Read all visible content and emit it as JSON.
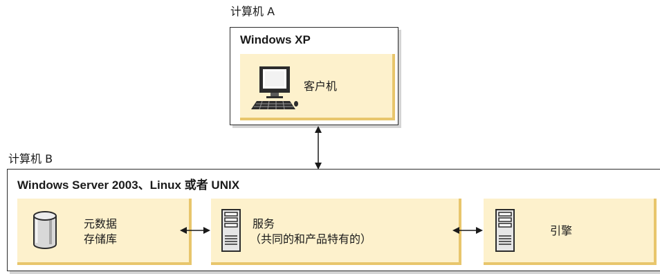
{
  "computer_a": {
    "label": "计算机 A",
    "os": "Windows XP",
    "component": {
      "label": "客户机",
      "icon": "desktop-computer-icon"
    }
  },
  "computer_b": {
    "label": "计算机 B",
    "os": "Windows Server 2003、Linux 或者 UNIX",
    "components": [
      {
        "label_line1": "元数据",
        "label_line2": "存储库",
        "icon": "database-cylinder-icon"
      },
      {
        "label_line1": "服务",
        "label_line2": "（共同的和产品特有的）",
        "icon": "server-tower-icon"
      },
      {
        "label": "引擎",
        "icon": "server-tower-icon"
      }
    ]
  },
  "colors": {
    "component_fill": "#fdf1cc",
    "component_edge": "#e8c66c",
    "frame_border": "#2b2b2b",
    "frame_shadow": "#d4d4d4"
  }
}
